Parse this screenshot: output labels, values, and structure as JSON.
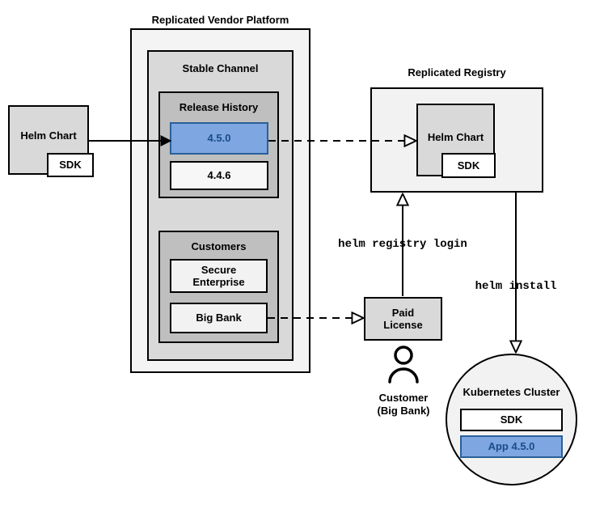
{
  "diagram": {
    "title": "Replicated Vendor Platform helm distribution flow",
    "colors": {
      "outer_fill": "#F4F4F4",
      "channel_fill": "#D9D9D9",
      "section_fill": "#BFBFBF",
      "box_fill": "#F2F2F2",
      "chart_fill": "#D9D9D9",
      "highlight_fill": "#7EA6E0",
      "highlight_stroke": "#2A6099",
      "highlight_text": "#1A4C8A",
      "stroke": "#000000",
      "white": "#FFFFFF"
    }
  },
  "source_chart": {
    "title": "Helm Chart",
    "sdk_label": "SDK"
  },
  "vendor_platform": {
    "title": "Replicated Vendor Platform",
    "channel": {
      "title": "Stable Channel",
      "release_history": {
        "title": "Release History",
        "releases": [
          {
            "version": "4.5.0",
            "highlighted": true
          },
          {
            "version": "4.4.6",
            "highlighted": false
          }
        ]
      },
      "customers": {
        "title": "Customers",
        "items": [
          {
            "name": "Secure\nEnterprise",
            "line1": "Secure",
            "line2": "Enterprise"
          },
          {
            "name": "Big Bank",
            "line1": "Big Bank",
            "line2": ""
          }
        ]
      }
    }
  },
  "registry": {
    "title": "Replicated Registry",
    "chart": {
      "title": "Helm Chart",
      "sdk_label": "SDK"
    }
  },
  "license": {
    "line1": "Paid",
    "line2": "License"
  },
  "customer_actor": {
    "icon": "person-icon",
    "line1": "Customer",
    "line2": "(Big Bank)"
  },
  "cluster": {
    "title": "Kubernetes Cluster",
    "components": [
      {
        "label": "SDK",
        "highlighted": false
      },
      {
        "label": "App 4.5.0",
        "highlighted": true
      }
    ]
  },
  "commands": {
    "registry_login": "helm registry login",
    "install": "helm install"
  },
  "edges": [
    {
      "name": "chart-to-release",
      "style": "solid",
      "arrow": "filled"
    },
    {
      "name": "release-to-registry",
      "style": "dashed",
      "arrow": "open"
    },
    {
      "name": "bigbank-to-license",
      "style": "dashed",
      "arrow": "open"
    },
    {
      "name": "license-to-registry",
      "style": "solid",
      "arrow": "open",
      "label": "helm registry login"
    },
    {
      "name": "registry-to-cluster",
      "style": "solid",
      "arrow": "open",
      "label": "helm install"
    }
  ]
}
